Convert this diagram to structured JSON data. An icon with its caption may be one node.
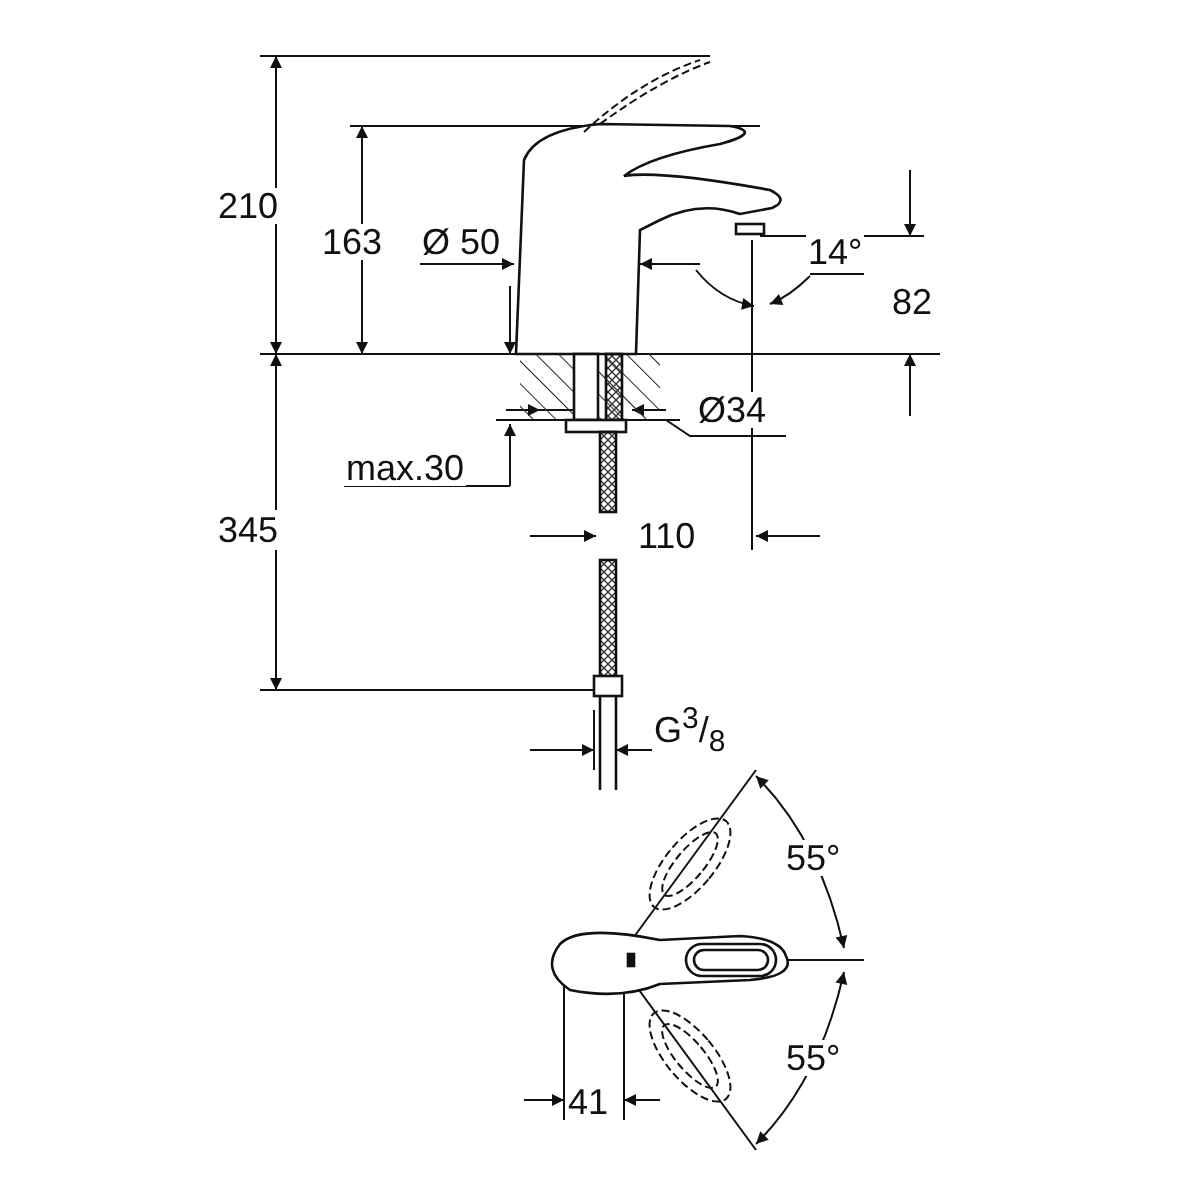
{
  "diagram": {
    "labels": [
      "210",
      "163",
      "Ø 50",
      "14°",
      "82",
      "Ø34",
      "max.30",
      "345",
      "110",
      "G$^{3}$/$_{8}$",
      "55°",
      "55°",
      "41"
    ]
  }
}
